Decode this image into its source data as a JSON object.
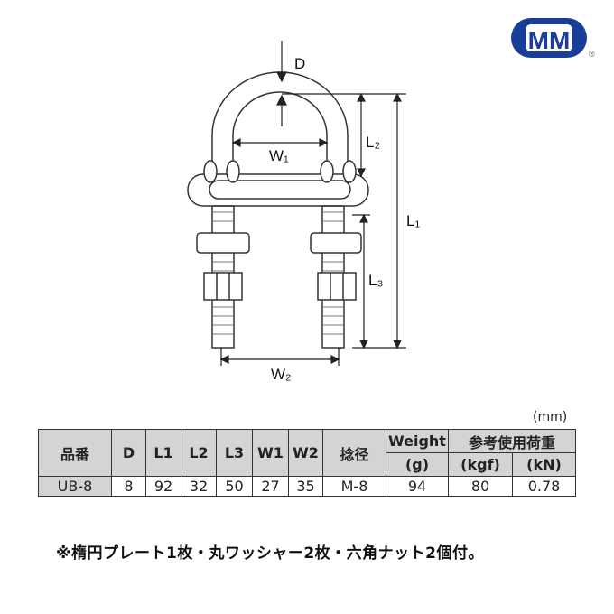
{
  "logo": {
    "text": "MM",
    "registered": "®",
    "color": "#1a3d9a"
  },
  "diagram": {
    "labels": {
      "D": "D",
      "W1": "W₁",
      "W2": "W₂",
      "L1": "L₁",
      "L2": "L₂",
      "L3": "L₃"
    }
  },
  "table": {
    "unit": "(mm)",
    "headers": [
      "品番",
      "D",
      "L1",
      "L2",
      "L3",
      "W1",
      "W2",
      "捻径",
      "Weight",
      "(g)",
      "参考使用荷重",
      "(kgf)",
      "(kN)"
    ],
    "row": [
      "UB-8",
      "8",
      "92",
      "32",
      "50",
      "27",
      "35",
      "M-8",
      "94",
      "80",
      "0.78"
    ]
  },
  "note": "※楕円プレート1枚・丸ワッシャー2枚・六角ナット2個付。"
}
